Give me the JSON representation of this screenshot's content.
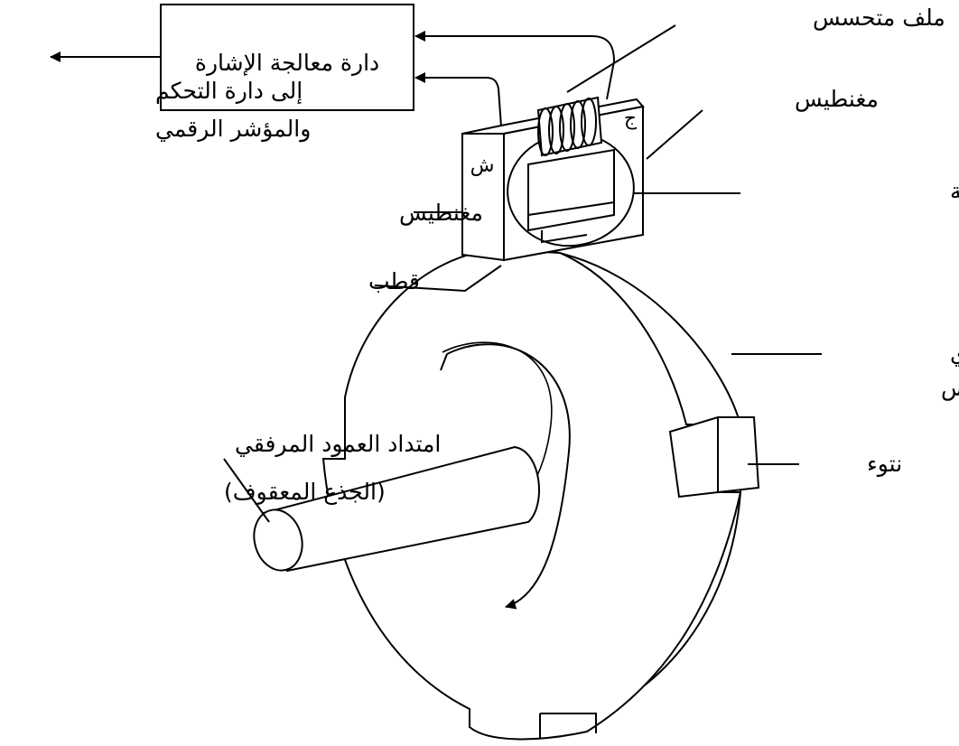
{
  "labels": {
    "signal_circuit": "دارة معالجة الإشارة",
    "to_control_line1": "إلى دارة التحكم",
    "to_control_line2": "والمؤشر الرقمي",
    "sensor_coil": "ملف متحسس",
    "magnet_right": "مغنطيس",
    "magnet_left": "مغنطيس",
    "flux_path": "مسار الخطوط المغنطيسية",
    "pole": "قطب",
    "steel_disc_line1": "قرص فولاذي",
    "steel_disc_line2": "حساس",
    "crankshaft_line1": "امتداد العمود المرفقي",
    "crankshaft_line2": "(الجذع المعقوف)",
    "tooth": "نتوء",
    "pole_s": "ش",
    "pole_n": "ج"
  }
}
